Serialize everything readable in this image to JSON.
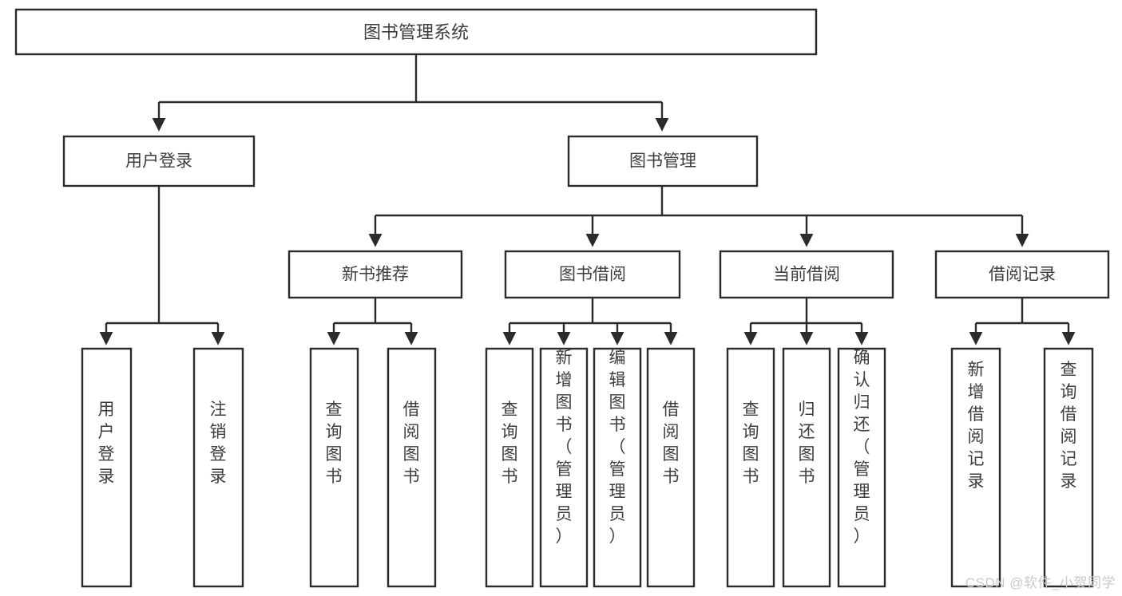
{
  "diagram": {
    "title": "图书管理系统",
    "type": "tree-hierarchy-diagram",
    "colors": {
      "box_fill": "#ffffff",
      "box_stroke": "#2b2b2b",
      "text": "#3d3d3d",
      "watermark": "#c9c9c9"
    },
    "root": {
      "label": "图书管理系统"
    },
    "level1": [
      {
        "label": "用户登录"
      },
      {
        "label": "图书管理"
      }
    ],
    "level2": [
      {
        "label": "新书推荐"
      },
      {
        "label": "图书借阅"
      },
      {
        "label": "当前借阅"
      },
      {
        "label": "借阅记录"
      }
    ],
    "leaves": {
      "user_login": [
        {
          "label": "用户登录"
        },
        {
          "label": "注销登录"
        }
      ],
      "new_book_recommend": [
        {
          "label": "查询图书"
        },
        {
          "label": "借阅图书"
        }
      ],
      "book_borrow": [
        {
          "label": "查询图书"
        },
        {
          "label": "新增图书（管理员）"
        },
        {
          "label": "编辑图书（管理员）"
        },
        {
          "label": "借阅图书"
        }
      ],
      "current_borrow": [
        {
          "label": "查询图书"
        },
        {
          "label": "归还图书"
        },
        {
          "label": "确认归还（管理员）"
        }
      ],
      "borrow_record": [
        {
          "label": "新增借阅记录"
        },
        {
          "label": "查询借阅记录"
        }
      ]
    },
    "watermark": "CSDN @软件_小贺同学"
  }
}
